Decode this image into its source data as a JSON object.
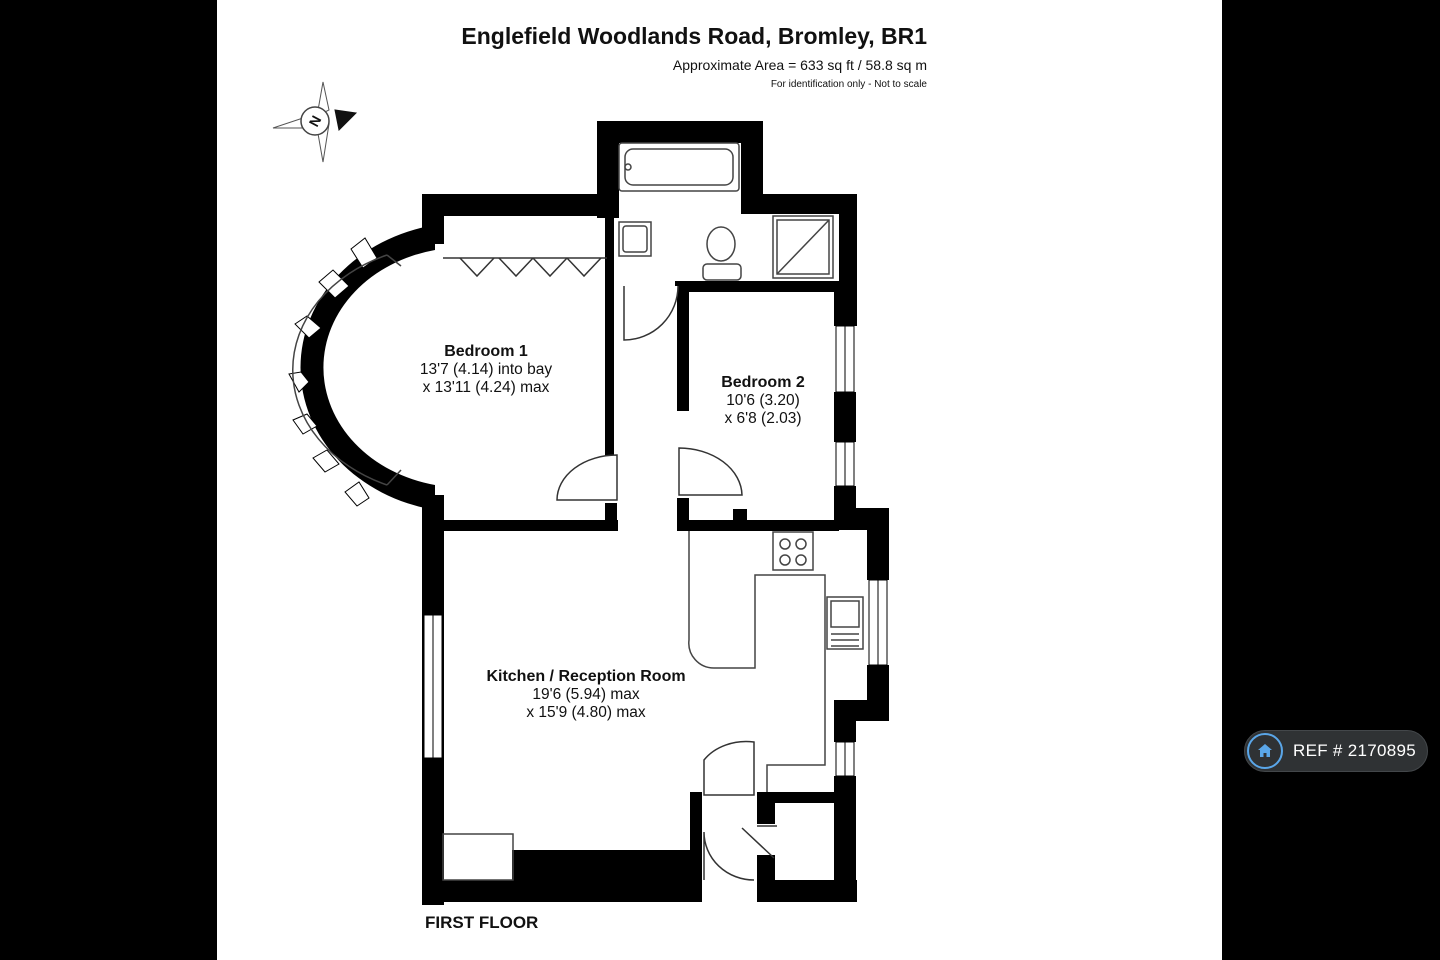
{
  "header": {
    "title": "Englefield Woodlands Road, Bromley, BR1",
    "area": "Approximate Area = 633 sq ft / 58.8 sq m",
    "note": "For identification only - Not to scale"
  },
  "compass": {
    "letter": "N"
  },
  "rooms": [
    {
      "name": "Bedroom 1",
      "dim1": "13'7 (4.14) into bay",
      "dim2": "x 13'11 (4.24) max"
    },
    {
      "name": "Bedroom 2",
      "dim1": "10'6 (3.20)",
      "dim2": "x 6'8 (2.03)"
    },
    {
      "name": "Kitchen / Reception Room",
      "dim1": "19'6 (5.94) max",
      "dim2": "x 15'9 (4.80) max"
    }
  ],
  "floor_label": "FIRST FLOOR",
  "ref_badge": {
    "icon": "home-icon",
    "text": "REF # 2170895"
  },
  "colors": {
    "wall": "#000000",
    "sheet": "#ffffff",
    "badge": "#2f3234",
    "badge_icon": "#5aa6e8"
  }
}
